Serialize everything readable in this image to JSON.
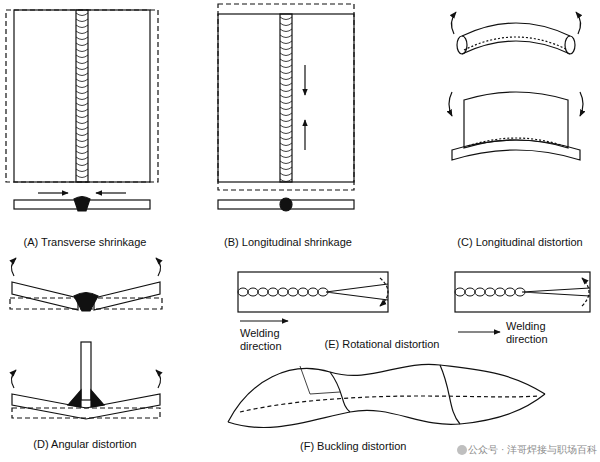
{
  "diagram": {
    "labels": [
      "(A) Transverse shrinkage",
      "(B) Longitudinal shrinkage",
      "(C) Longitudinal distortion",
      "(D) Angular distortion",
      "(E) Rotational distortion",
      "(F) Buckling distortion",
      "Welding direction",
      "Welding direction",
      "公众号 · 洋哥焊接与职场百科"
    ]
  }
}
